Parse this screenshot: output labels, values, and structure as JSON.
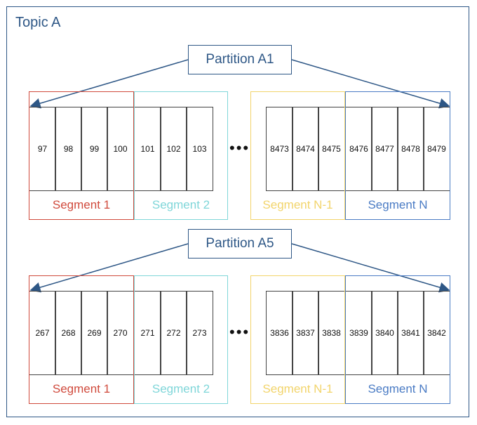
{
  "topic": {
    "label": "Topic A"
  },
  "partitions": [
    {
      "label": "Partition A1",
      "cells": [
        "97",
        "98",
        "99",
        "100",
        "101",
        "102",
        "103",
        "8473",
        "8474",
        "8475",
        "8476",
        "8477",
        "8478",
        "8479"
      ],
      "segments": [
        {
          "label": "Segment 1",
          "color": "#d04a3c"
        },
        {
          "label": "Segment 2",
          "color": "#7fd6d9"
        },
        {
          "label": "Segment N-1",
          "color": "#f2d46b"
        },
        {
          "label": "Segment N",
          "color": "#4a7bc4"
        }
      ]
    },
    {
      "label": "Partition A5",
      "cells": [
        "267",
        "268",
        "269",
        "270",
        "271",
        "272",
        "273",
        "3836",
        "3837",
        "3838",
        "3839",
        "3840",
        "3841",
        "3842"
      ],
      "segments": [
        {
          "label": "Segment 1",
          "color": "#d04a3c"
        },
        {
          "label": "Segment 2",
          "color": "#7fd6d9"
        },
        {
          "label": "Segment N-1",
          "color": "#f2d46b"
        },
        {
          "label": "Segment N",
          "color": "#4a7bc4"
        }
      ]
    }
  ],
  "ellipsis": "•••",
  "colors": {
    "frame": "#2e5786",
    "cell_border": "#444444"
  }
}
